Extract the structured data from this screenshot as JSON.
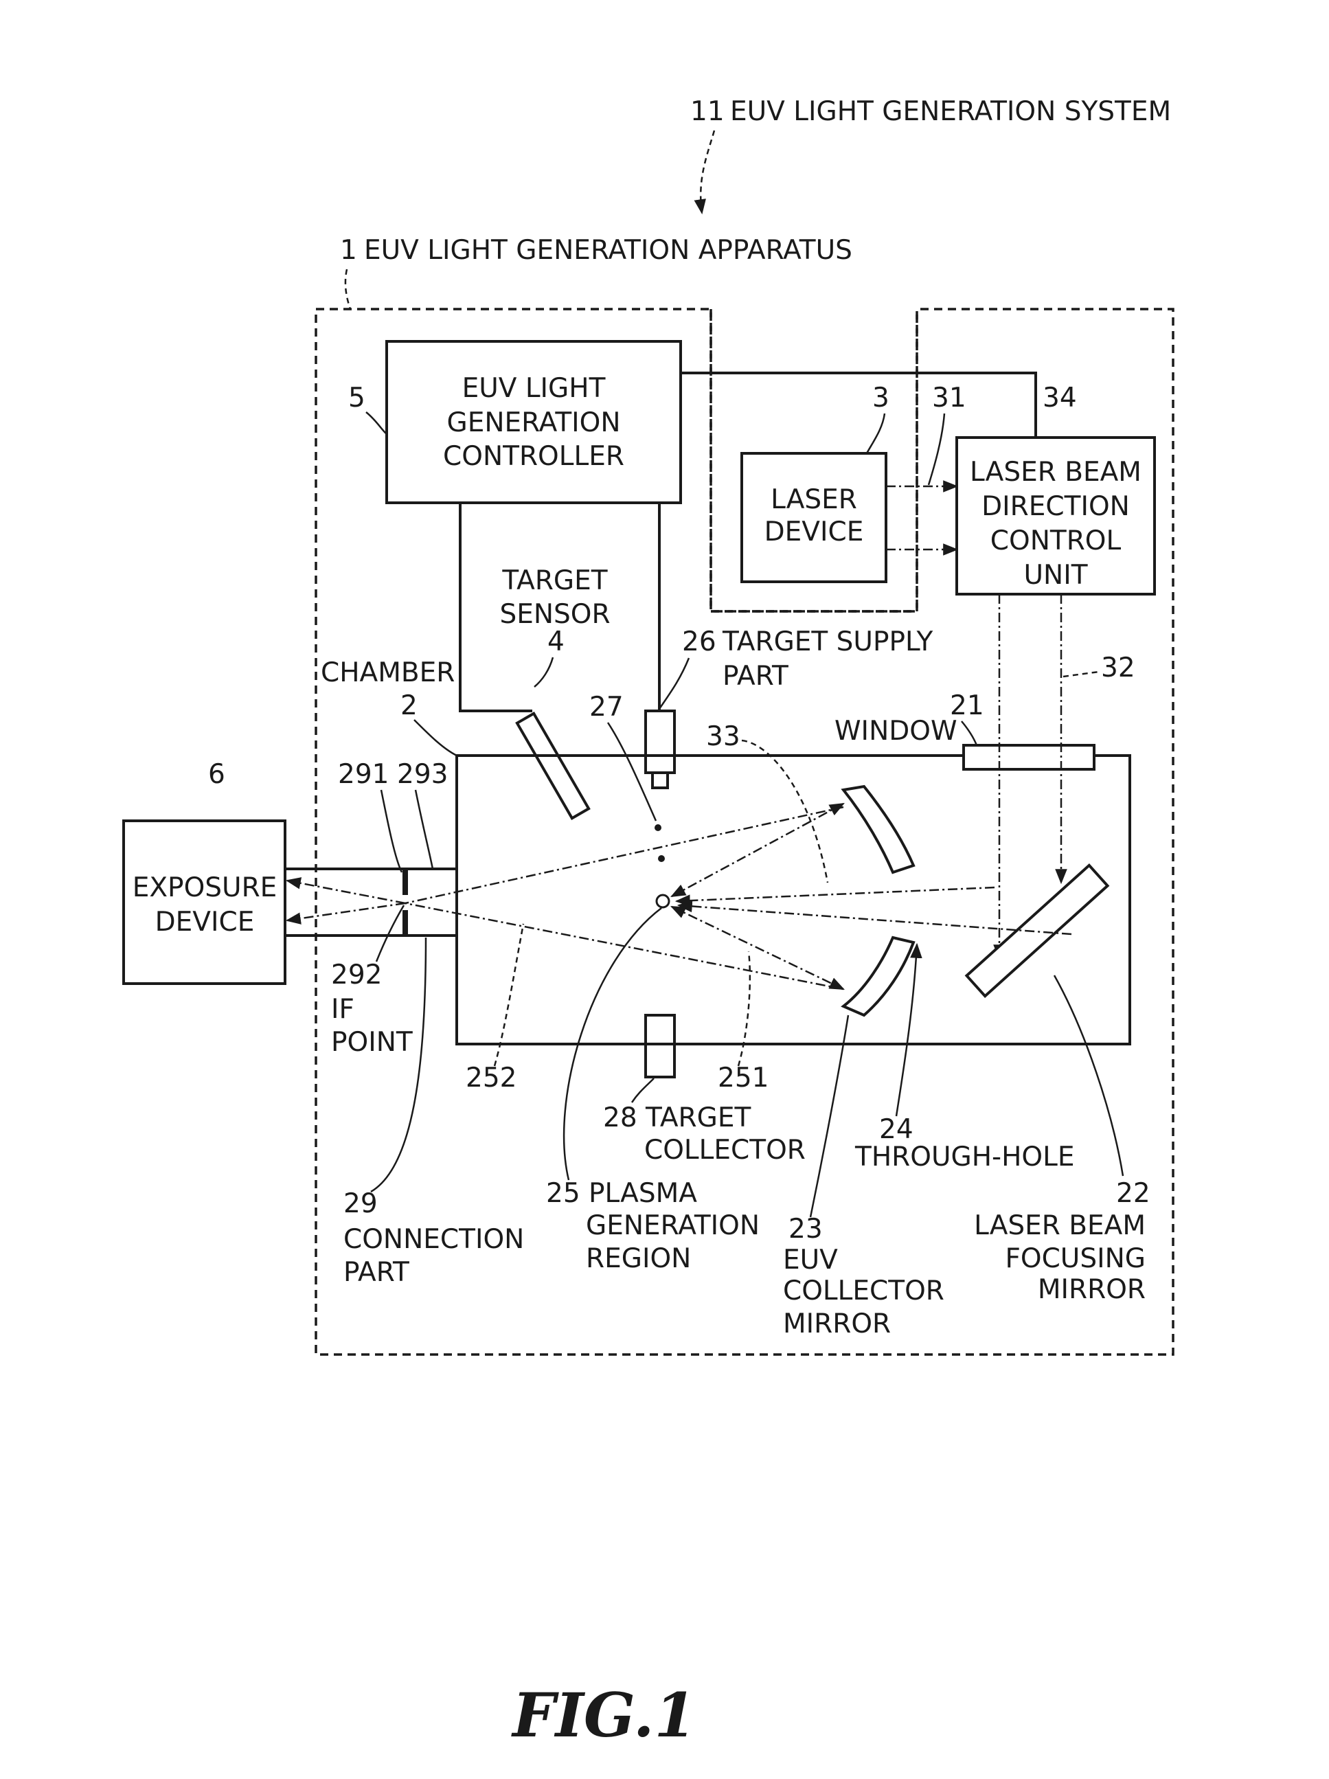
{
  "figure_caption": "FIG.1",
  "system": {
    "ref": "11",
    "name": "EUV LIGHT GENERATION SYSTEM"
  },
  "apparatus": {
    "ref": "1",
    "name": "EUV LIGHT GENERATION APPARATUS"
  },
  "controller": {
    "ref": "5",
    "lines": [
      "EUV LIGHT",
      "GENERATION",
      "CONTROLLER"
    ]
  },
  "laser_device": {
    "ref": "3",
    "lines": [
      "LASER",
      "DEVICE"
    ],
    "beam_ref": "31"
  },
  "direction_unit": {
    "ref": "34",
    "lines": [
      "LASER BEAM",
      "DIRECTION",
      "CONTROL",
      "UNIT"
    ]
  },
  "target_sensor": {
    "ref": "4",
    "lines": [
      "TARGET",
      "SENSOR"
    ]
  },
  "chamber": {
    "ref": "2",
    "name": "CHAMBER"
  },
  "target_supply": {
    "ref": "26",
    "lines": [
      "TARGET SUPPLY",
      "PART"
    ]
  },
  "target_ref": "27",
  "window": {
    "ref": "21",
    "name": "WINDOW"
  },
  "beam_32": "32",
  "beam_33": "33",
  "exposure": {
    "ref": "6",
    "lines": [
      "EXPOSURE",
      "DEVICE"
    ]
  },
  "aperture_refs": {
    "a": "291",
    "b": "293"
  },
  "if_point": {
    "ref": "292",
    "lines": [
      "IF",
      "POINT"
    ]
  },
  "light_refs": {
    "a": "252",
    "b": "251"
  },
  "target_collector": {
    "lines": [
      "28 TARGET",
      "COLLECTOR"
    ]
  },
  "through_hole": {
    "ref": "24",
    "name": "THROUGH-HOLE"
  },
  "connection_part": {
    "ref": "29",
    "lines": [
      "CONNECTION",
      "PART"
    ]
  },
  "plasma_region": {
    "lines": [
      "25 PLASMA",
      "GENERATION",
      "REGION"
    ]
  },
  "collector_mirror": {
    "ref": "23",
    "lines": [
      "EUV",
      "COLLECTOR",
      "MIRROR"
    ]
  },
  "focusing_mirror": {
    "ref": "22",
    "lines": [
      "LASER BEAM",
      "FOCUSING",
      "MIRROR"
    ]
  }
}
